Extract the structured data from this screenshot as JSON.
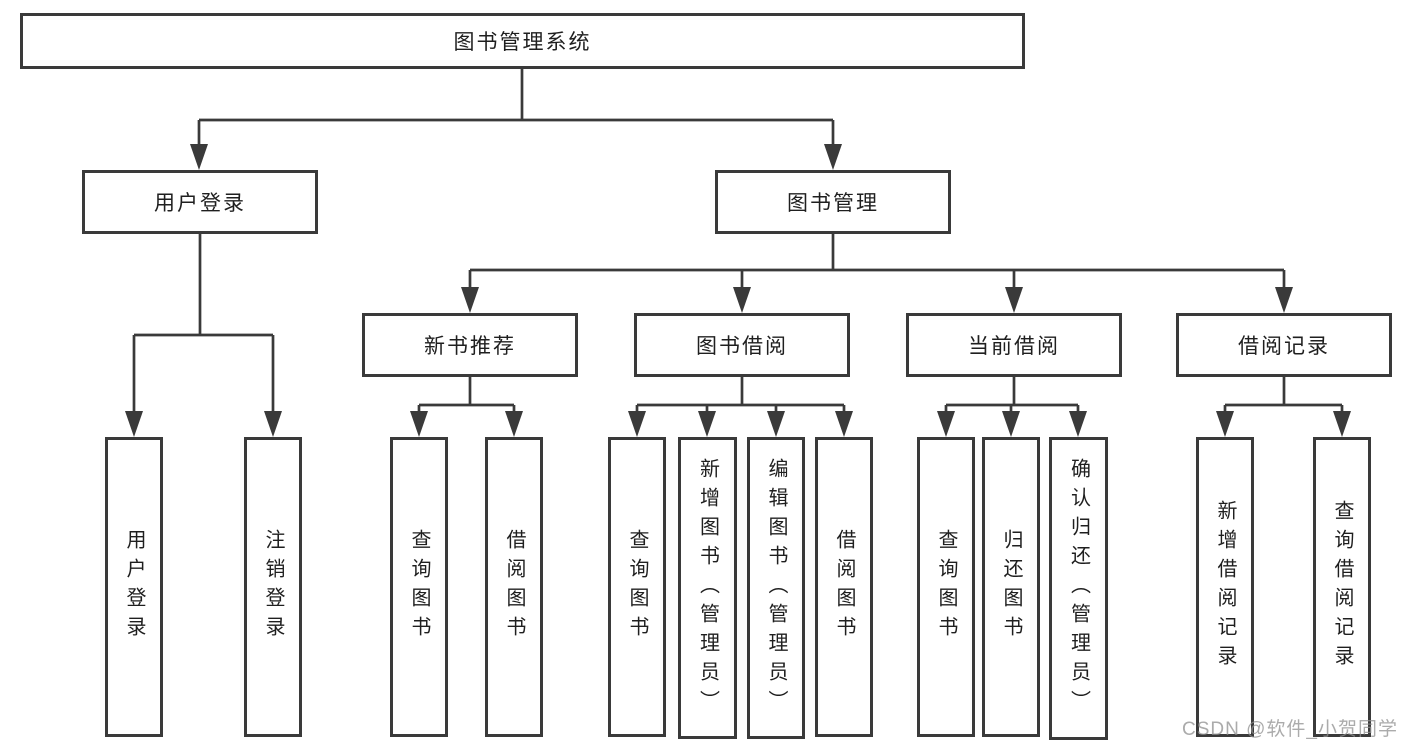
{
  "diagram": {
    "root": {
      "label": "图书管理系统"
    },
    "level1": [
      {
        "label": "用户登录"
      },
      {
        "label": "图书管理"
      }
    ],
    "level2": [
      {
        "label": "新书推荐"
      },
      {
        "label": "图书借阅"
      },
      {
        "label": "当前借阅"
      },
      {
        "label": "借阅记录"
      }
    ],
    "leaves": [
      {
        "parent": "用户登录",
        "label": "用户登录"
      },
      {
        "parent": "用户登录",
        "label": "注销登录"
      },
      {
        "parent": "新书推荐",
        "label": "查询图书"
      },
      {
        "parent": "新书推荐",
        "label": "借阅图书"
      },
      {
        "parent": "图书借阅",
        "label": "查询图书"
      },
      {
        "parent": "图书借阅",
        "label": "新增图书（管理员）"
      },
      {
        "parent": "图书借阅",
        "label": "编辑图书（管理员）"
      },
      {
        "parent": "图书借阅",
        "label": "借阅图书"
      },
      {
        "parent": "当前借阅",
        "label": "查询图书"
      },
      {
        "parent": "当前借阅",
        "label": "归还图书"
      },
      {
        "parent": "当前借阅",
        "label": "确认归还（管理员）"
      },
      {
        "parent": "借阅记录",
        "label": "新增借阅记录"
      },
      {
        "parent": "借阅记录",
        "label": "查询借阅记录"
      }
    ]
  },
  "watermark": {
    "text": "CSDN @软件_小贺同学"
  },
  "colors": {
    "line": "#3a3a3a",
    "text": "#1f1f1f",
    "watermark": "#8f8f8f",
    "background": "#ffffff"
  }
}
